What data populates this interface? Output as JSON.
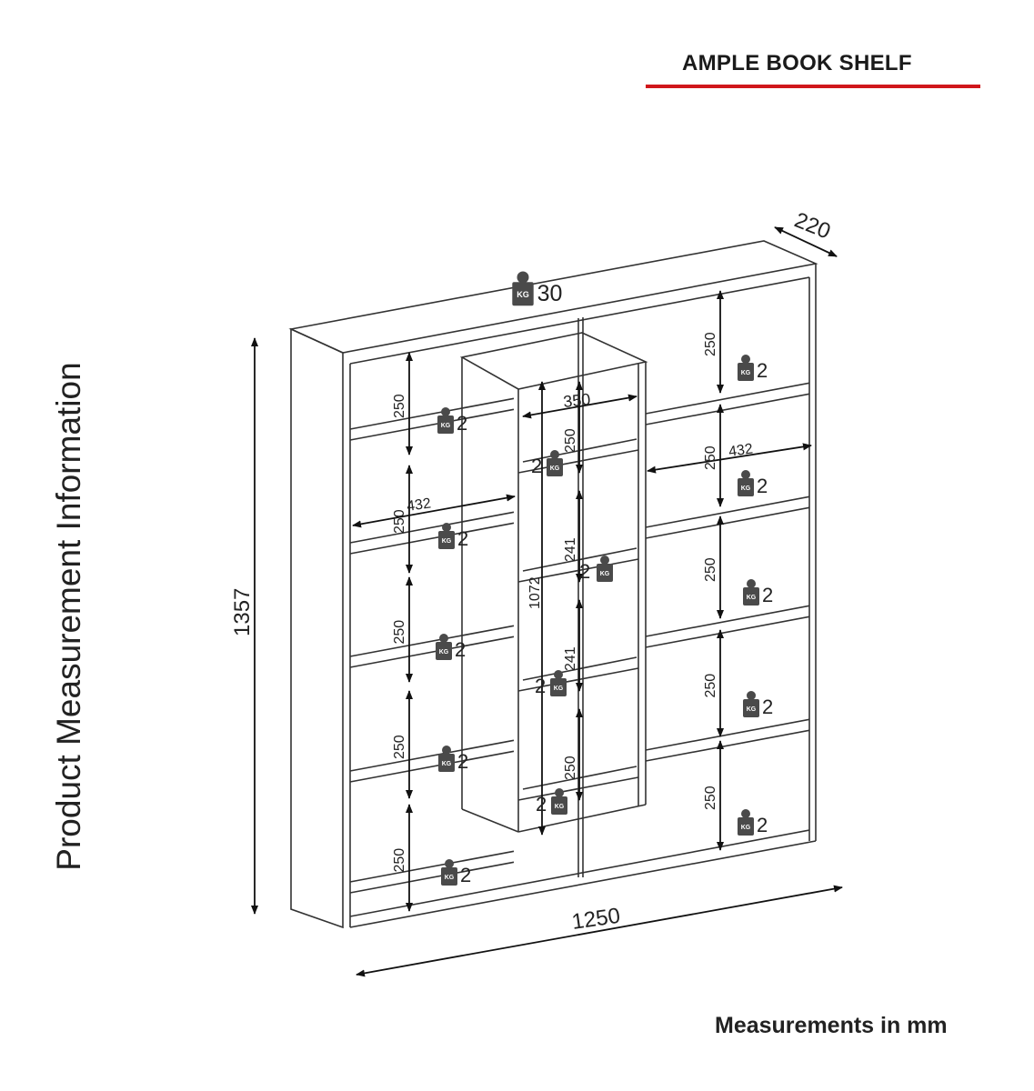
{
  "title": "AMPLE BOOK SHELF",
  "side_label": "Product Measurement Information",
  "footer": "Measurements in mm",
  "colors": {
    "accent_rule": "#d0161b",
    "weight_icon": "#4a4a4a"
  },
  "dimensions": {
    "total_height": "1357",
    "total_width": "1250",
    "depth": "220",
    "center_inner_width": "350",
    "side_bay_width_left": "432",
    "side_bay_width_right": "432",
    "center_tower_height": "1072",
    "bay_height": "250",
    "center_mid_height": "241"
  },
  "weights": {
    "icon_label": "KG",
    "top": "30",
    "shelf": "2"
  }
}
